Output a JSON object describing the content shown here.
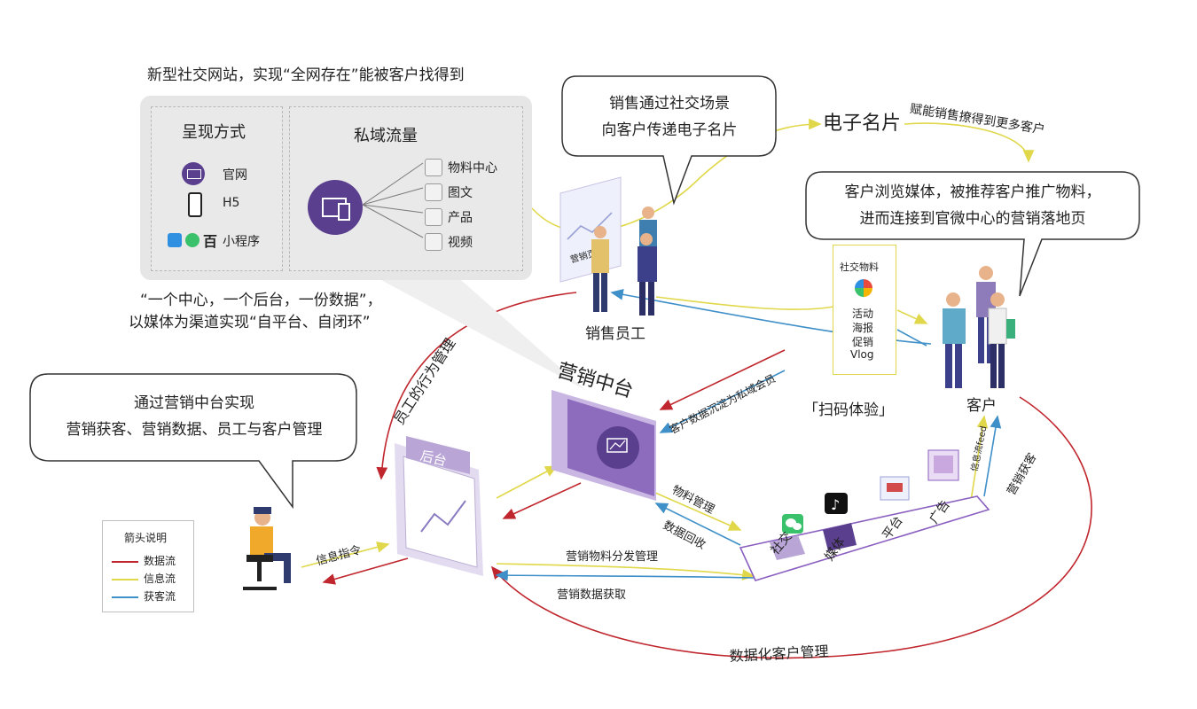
{
  "top_caption": "新型社交网站，实现“全网存在”能被客户找得到",
  "panel": {
    "left_title": "呈现方式",
    "left_items": [
      "官网",
      "H5",
      "小程序"
    ],
    "right_title": "私域流量",
    "right_items": [
      "物料中心",
      "图文",
      "产品",
      "视频"
    ]
  },
  "panel_caption": [
    "“一个中心，一个后台，一份数据”，",
    "以媒体为渠道实现“自平台、自闭环”"
  ],
  "bubble_sales": [
    "销售通过社交场景",
    "向客户传递电子名片"
  ],
  "bubble_customer": [
    "客户浏览媒体，被推荐客户推广物料，",
    "进而连接到官微中心的营销落地页"
  ],
  "bubble_backend": [
    "通过营销中台实现",
    "营销获客、营销数据、员工与客户管理"
  ],
  "labels": {
    "ecard": "电子名片",
    "ecard_note": "赋能销售撩得到更多客户",
    "sales_staff": "销售员工",
    "customer": "客户",
    "scan": "「扫码体验」",
    "marketing_platform": "营销中台",
    "backend": "后台",
    "page_label": "营销页",
    "staff_behavior": "员工的行为管理",
    "customer_data": "客户数据沉淀为私域会员",
    "material_mgmt": "物料管理",
    "data_return": "数据回收",
    "info_cmd": "信息指令",
    "material_dist": "营销物料分发管理",
    "data_fetch": "营销数据获取",
    "digital_cm": "数据化客户管理",
    "feed": "信息流feed",
    "acquire": "营销获客",
    "social_material_title": "社交物料",
    "social_material_items": [
      "活动",
      "海报",
      "促销",
      "Vlog"
    ],
    "channels": [
      "社交",
      "媒体",
      "平台",
      "广告"
    ]
  },
  "legend": {
    "title": "箭头说明",
    "items": [
      {
        "label": "数据流",
        "color": "#c0262d"
      },
      {
        "label": "信息流",
        "color": "#e0d84a"
      },
      {
        "label": "获客流",
        "color": "#3f8fc8"
      }
    ]
  },
  "colors": {
    "purple": "#5b3f8f",
    "light_purple": "#b9a6d6",
    "red": "#c0262d",
    "yellow": "#e0d84a",
    "blue": "#3f8fc8"
  }
}
